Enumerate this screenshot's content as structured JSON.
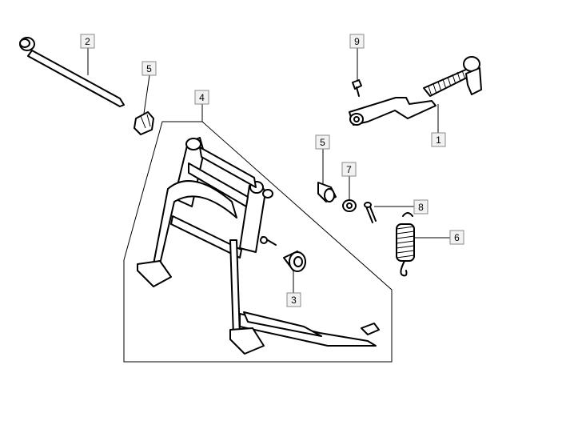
{
  "callouts": [
    {
      "id": "p1",
      "number": "1"
    },
    {
      "id": "p2",
      "number": "2"
    },
    {
      "id": "p3",
      "number": "3"
    },
    {
      "id": "p4",
      "number": "4"
    },
    {
      "id": "p5a",
      "number": "5"
    },
    {
      "id": "p5b",
      "number": "5"
    },
    {
      "id": "p6",
      "number": "6"
    },
    {
      "id": "p7",
      "number": "7"
    },
    {
      "id": "p8",
      "number": "8"
    },
    {
      "id": "p9",
      "number": "9"
    }
  ]
}
